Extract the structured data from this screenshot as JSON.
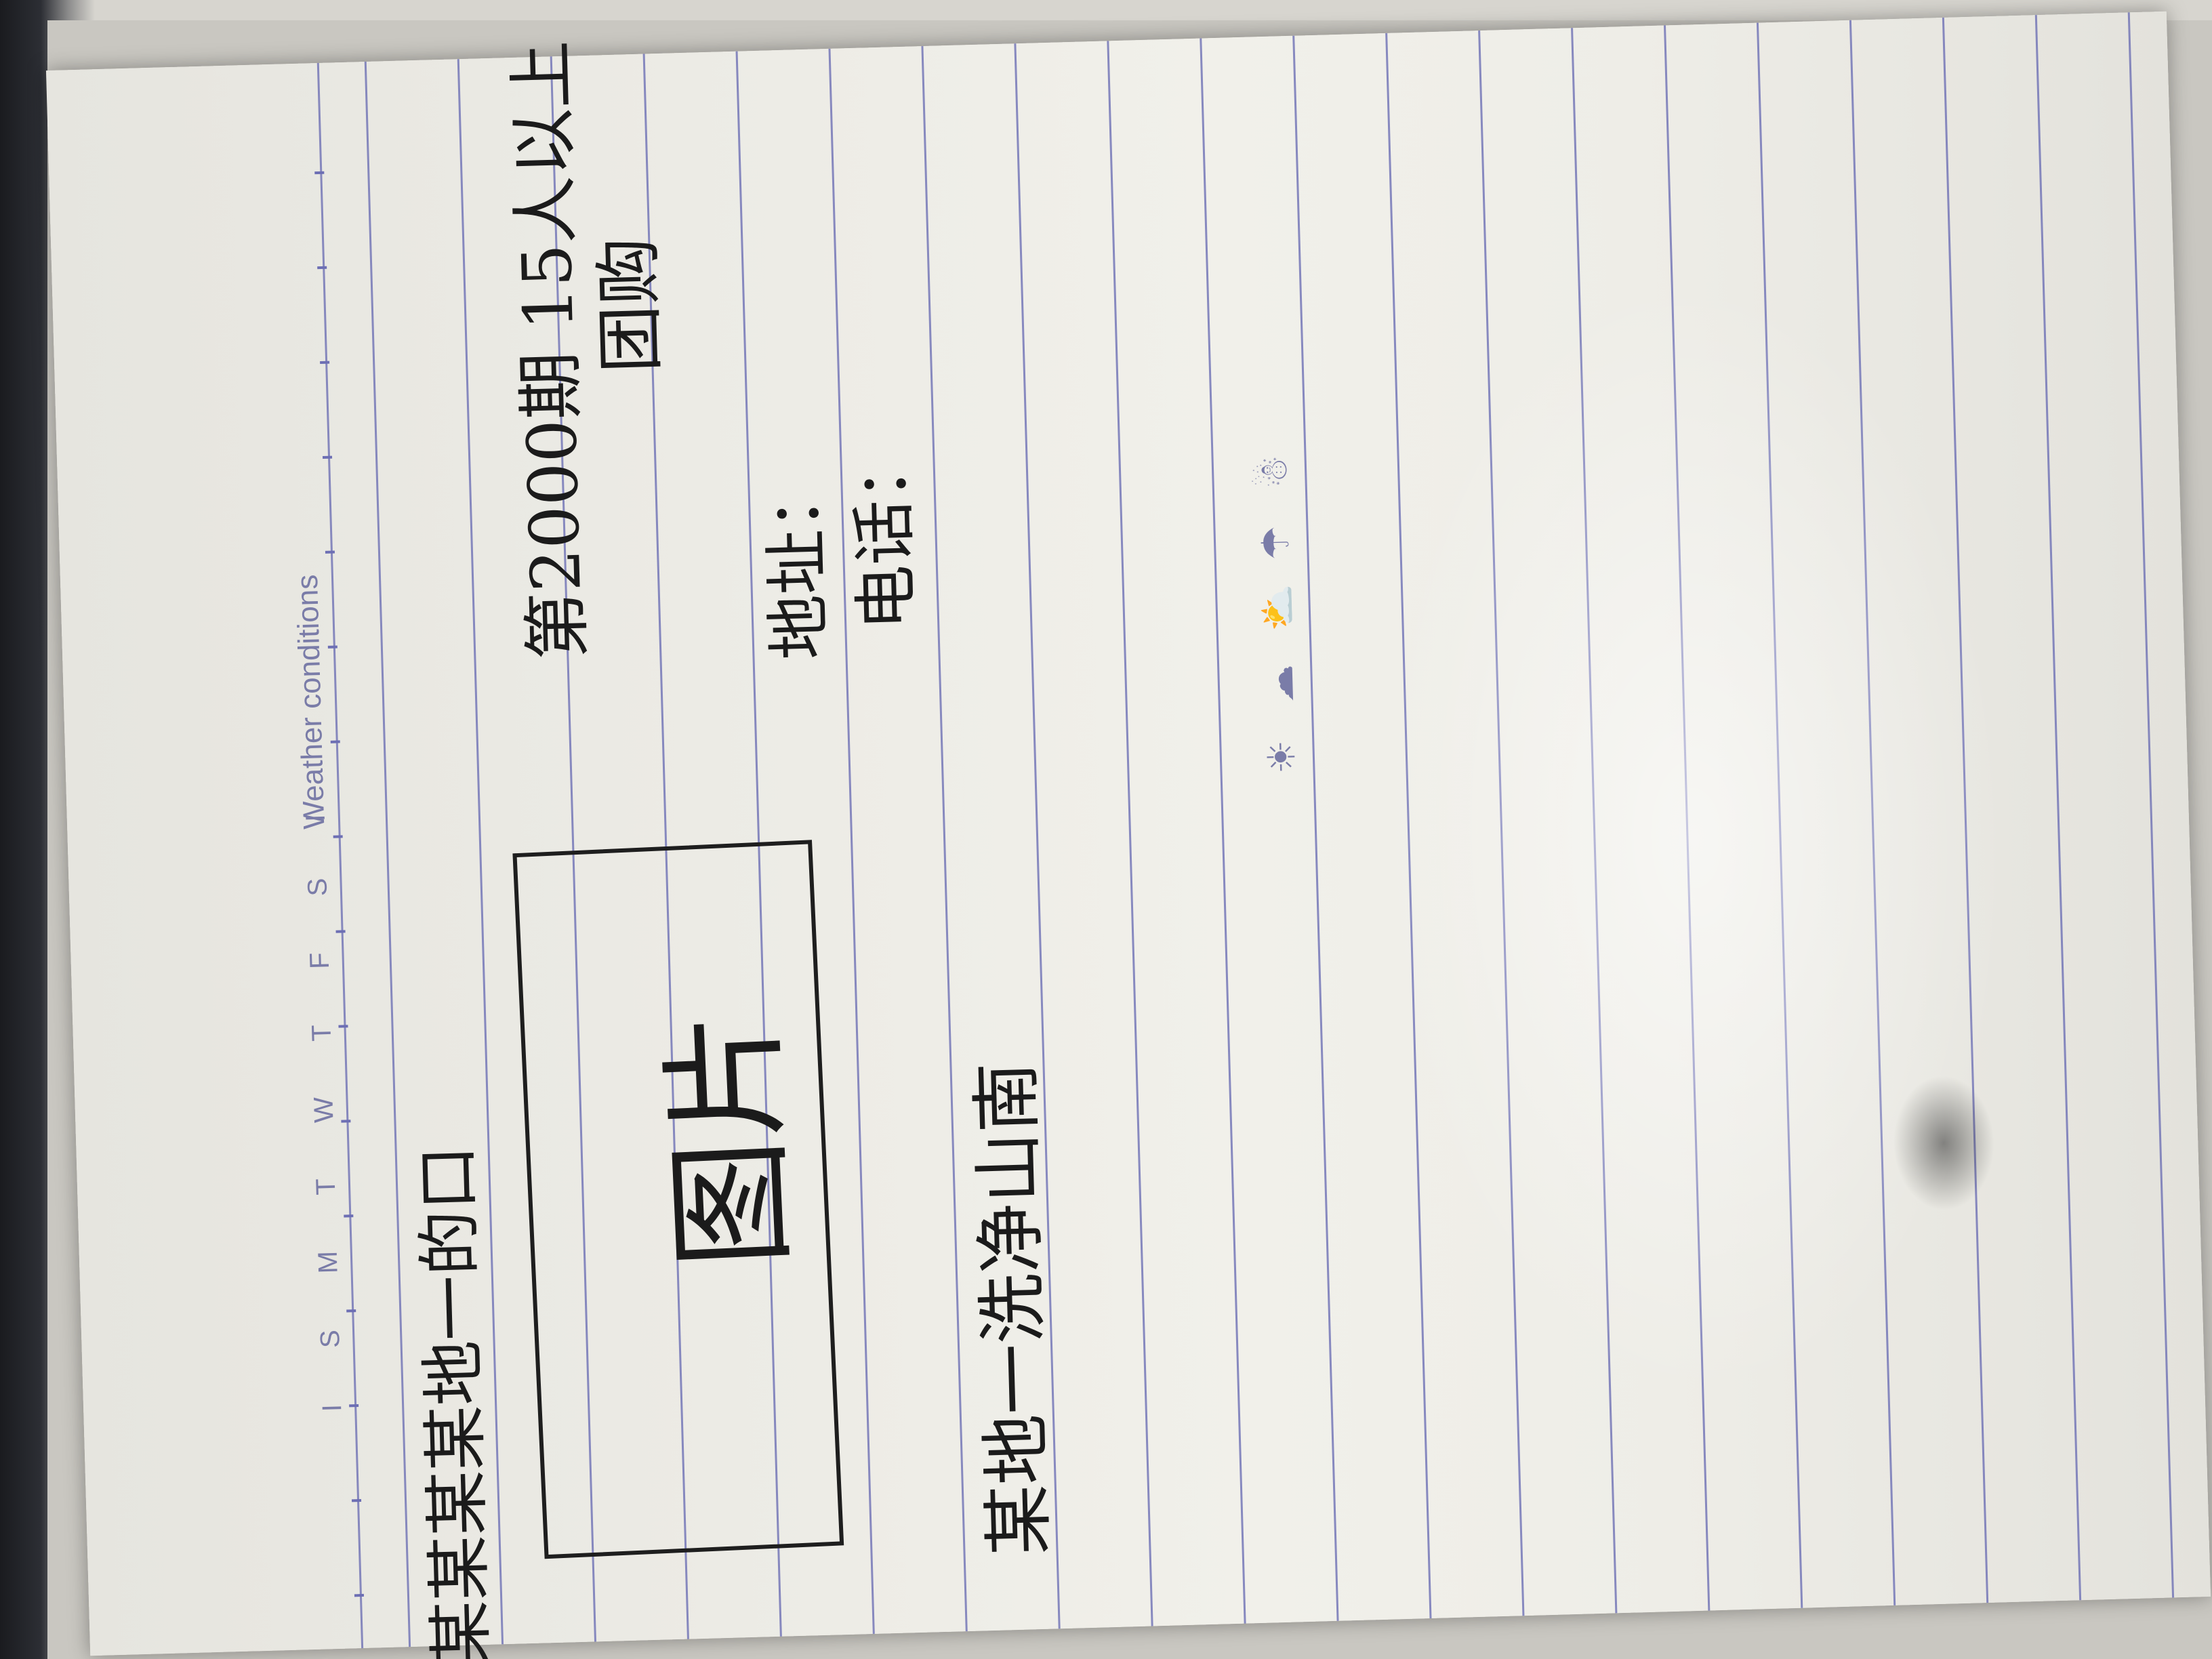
{
  "notebook": {
    "days_row": "I S M T W T F S I",
    "weather_label": "Weather conditions",
    "weather_icons": [
      "☀",
      "☁",
      "⛅",
      "☂",
      "☃"
    ],
    "colors": {
      "rule": "#6d6fb4",
      "print": "#7a7ca8",
      "ink": "#1b1b1b",
      "paper": "#efeee8"
    }
  },
  "handwriting": {
    "title": "某某某某地一的口",
    "line1": "第2000期  15人以上",
    "line1_tail": "团购",
    "field_address": "地址：",
    "field_phone": "电话：",
    "box_label": "图片",
    "bottom": "某地一洗净山南"
  }
}
